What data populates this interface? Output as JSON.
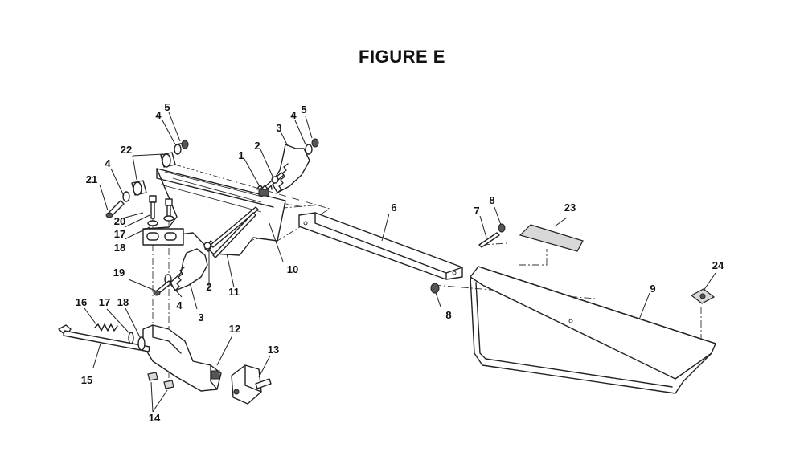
{
  "title": "FIGURE E",
  "callouts": {
    "c1": "1",
    "c2a": "2",
    "c2b": "2",
    "c3a": "3",
    "c3b": "3",
    "c4a": "4",
    "c4b": "4",
    "c4c": "4",
    "c4d": "4",
    "c5a": "5",
    "c5b": "5",
    "c6": "6",
    "c7": "7",
    "c8a": "8",
    "c8b": "8",
    "c9": "9",
    "c10": "10",
    "c11": "11",
    "c12": "12",
    "c13": "13",
    "c14": "14",
    "c15": "15",
    "c16": "16",
    "c17a": "17",
    "c17b": "17",
    "c18a": "18",
    "c18b": "18",
    "c19": "19",
    "c20": "20",
    "c21": "21",
    "c22": "22",
    "c23": "23",
    "c24": "24"
  }
}
